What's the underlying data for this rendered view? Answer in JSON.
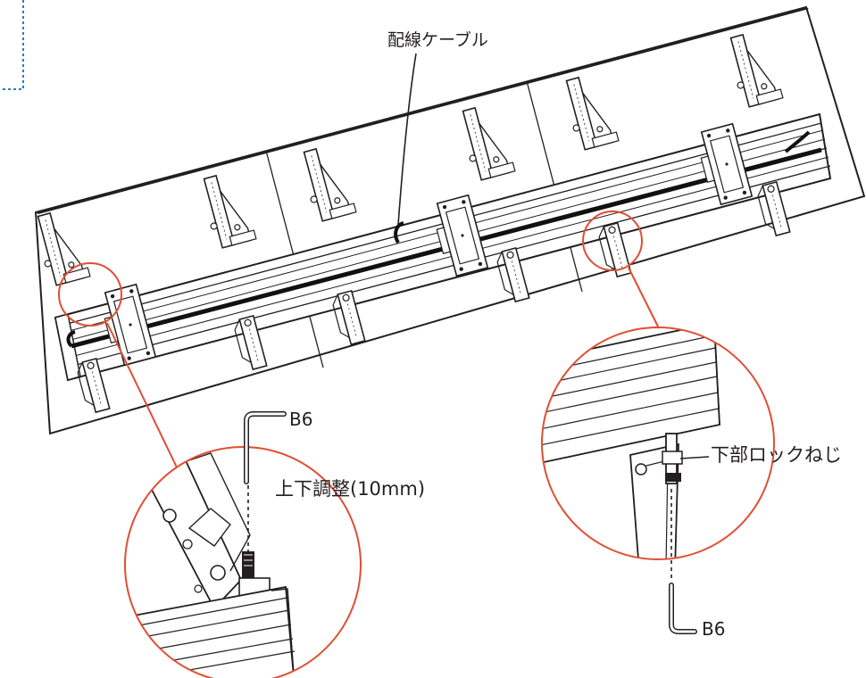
{
  "labels": {
    "wiring_cable": "配線ケーブル",
    "hex_key_top": "B6",
    "vertical_adjust": "上下調整(10mm)",
    "lower_lock_screw": "下部ロックねじ",
    "hex_key_bottom": "B6"
  },
  "colors": {
    "callout": "#e04e33",
    "frame_dash": "#2b7cc6",
    "line": "#231f20",
    "panel": "#ffffff",
    "cable": "#111111"
  }
}
